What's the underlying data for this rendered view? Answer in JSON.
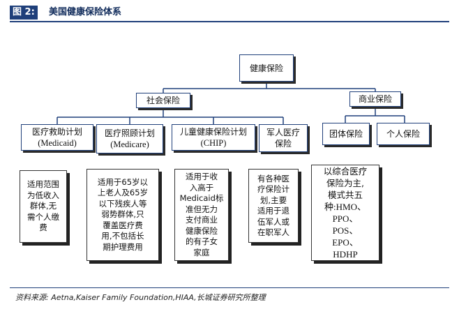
{
  "figure": {
    "label": "图 2:",
    "title": "美国健康保险体系"
  },
  "root": {
    "label": "健康保险"
  },
  "level2": {
    "social": "社会保险",
    "commercial": "商业保险"
  },
  "social_programs": [
    {
      "name": "医疗救助计划",
      "sub": "(Medicaid)"
    },
    {
      "name": "医疗照顾计划",
      "sub": "(Medicare)"
    },
    {
      "name": "儿童健康保险计划",
      "sub": "(CHIP)"
    },
    {
      "name": "军人医疗",
      "sub": "保险"
    }
  ],
  "commercial_programs": [
    {
      "name": "团体保险"
    },
    {
      "name": "个人保险"
    }
  ],
  "descriptions": [
    {
      "lines": [
        "适用范围",
        "为低收入",
        "群体,无",
        "需个人缴",
        "费"
      ]
    },
    {
      "lines": [
        "适用于65岁以",
        "上老人及65岁",
        "以下残疾人等",
        "弱势群体,只",
        "覆盖医疗费",
        "用,不包括长",
        "期护理费用"
      ]
    },
    {
      "lines": [
        "适用于收",
        "入高于",
        "Medicaid标",
        "准但无力",
        "支付商业",
        "健康保险",
        "的有子女",
        "家庭"
      ]
    },
    {
      "lines": [
        "有各种医",
        "疗保险计",
        "划,主要",
        "适用于退",
        "伍军人或",
        "在职军人"
      ]
    },
    {
      "lines": [
        "以综合医疗",
        "保险为主,",
        "模式共五",
        "种:HMO、",
        "PPO、",
        "POS、",
        "EPO、",
        "HDHP"
      ]
    }
  ],
  "source": "资料来源:  Aetna,Kaiser Family Foundation,HIAA,长城证券研究所整理",
  "colors": {
    "accent": "#1f3f7a",
    "connector": "#1f3f7a"
  }
}
